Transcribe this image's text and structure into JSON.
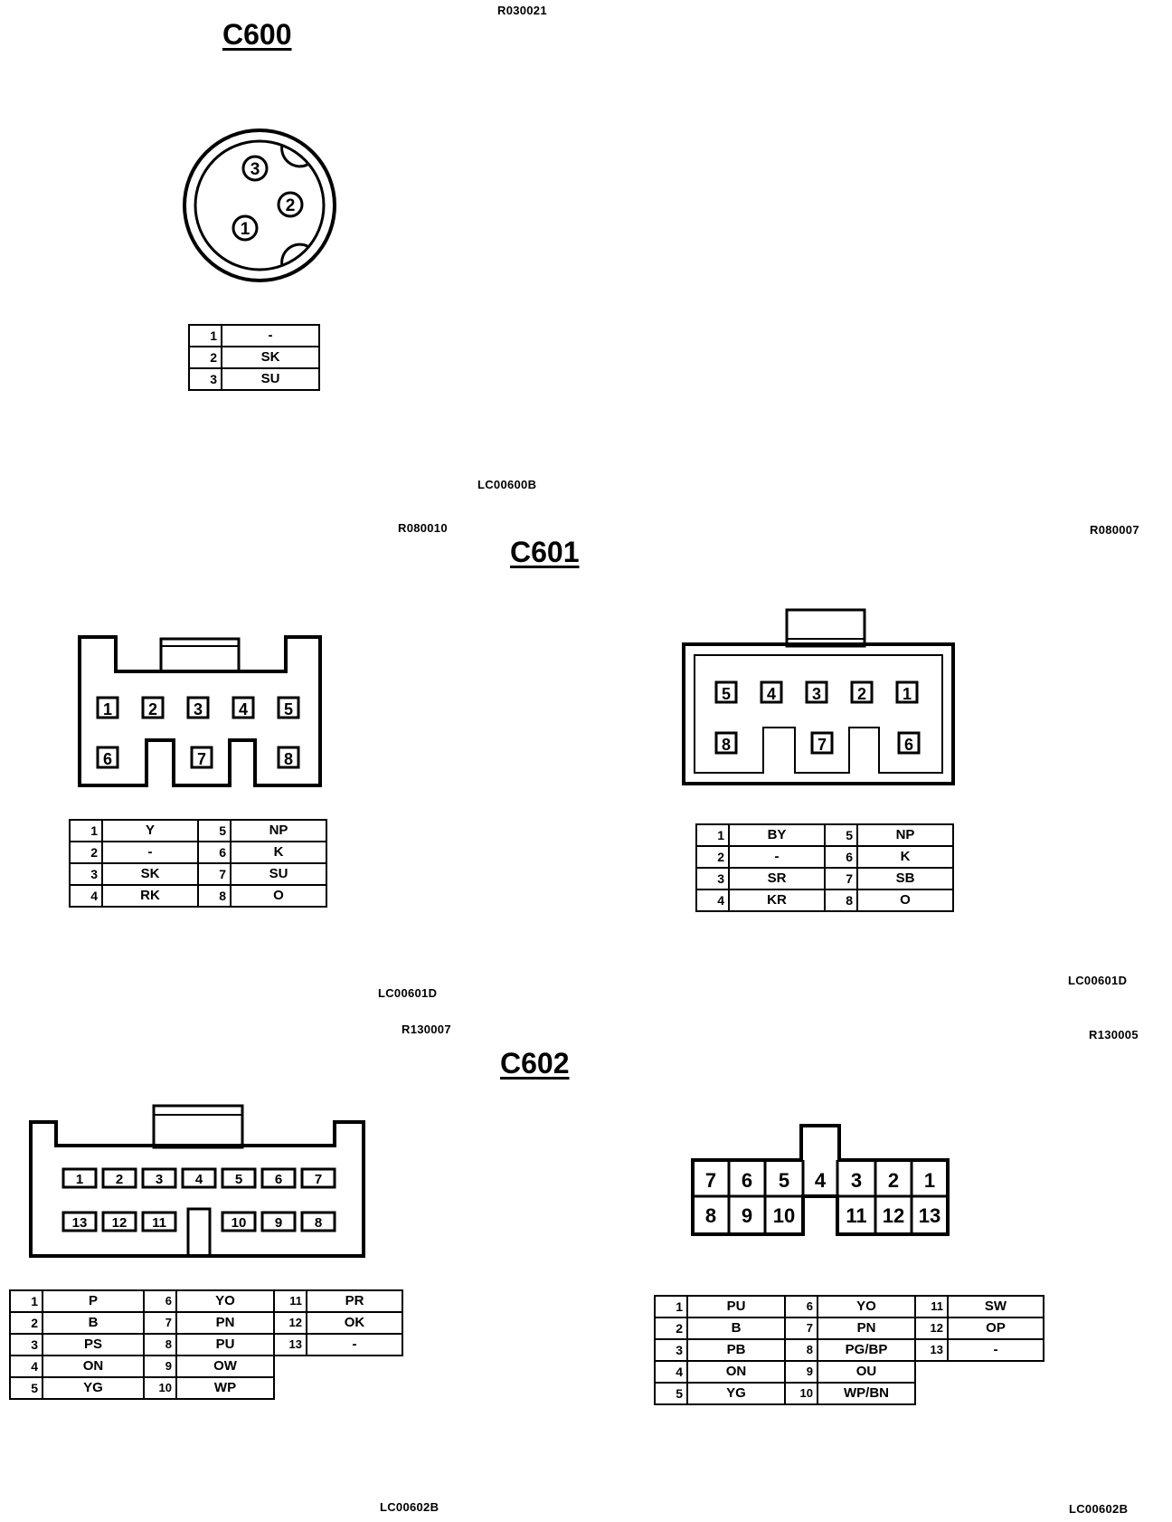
{
  "refs": {
    "c600_top": "R030021",
    "c600_bottom": "LC00600B",
    "c601_left_top": "R080010",
    "c601_right_top": "R080007",
    "c601_left_bottom": "LC00601D",
    "c601_right_bottom": "LC00601D",
    "c602_left_top": "R130007",
    "c602_right_top": "R130005",
    "c602_left_bottom": "LC00602B",
    "c602_right_bottom": "LC00602B"
  },
  "titles": {
    "c600": "C600",
    "c601": "C601",
    "c602": "C602"
  },
  "c600": {
    "pins": [
      "1",
      "2",
      "3"
    ],
    "table": [
      {
        "pin": "1",
        "wire": "-"
      },
      {
        "pin": "2",
        "wire": "SK"
      },
      {
        "pin": "3",
        "wire": "SU"
      }
    ]
  },
  "c601_left": {
    "top_row": [
      "1",
      "2",
      "3",
      "4",
      "5"
    ],
    "bottom_row": [
      "6",
      "7",
      "8"
    ],
    "table": [
      {
        "p1": "1",
        "w1": "Y",
        "p2": "5",
        "w2": "NP"
      },
      {
        "p1": "2",
        "w1": "-",
        "p2": "6",
        "w2": "K"
      },
      {
        "p1": "3",
        "w1": "SK",
        "p2": "7",
        "w2": "SU"
      },
      {
        "p1": "4",
        "w1": "RK",
        "p2": "8",
        "w2": "O"
      }
    ]
  },
  "c601_right": {
    "top_row": [
      "5",
      "4",
      "3",
      "2",
      "1"
    ],
    "bottom_row": [
      "8",
      "7",
      "6"
    ],
    "table": [
      {
        "p1": "1",
        "w1": "BY",
        "p2": "5",
        "w2": "NP"
      },
      {
        "p1": "2",
        "w1": "-",
        "p2": "6",
        "w2": "K"
      },
      {
        "p1": "3",
        "w1": "SR",
        "p2": "7",
        "w2": "SB"
      },
      {
        "p1": "4",
        "w1": "KR",
        "p2": "8",
        "w2": "O"
      }
    ]
  },
  "c602_left": {
    "top_row": [
      "1",
      "2",
      "3",
      "4",
      "5",
      "6",
      "7"
    ],
    "bottom_row": [
      "13",
      "12",
      "11",
      "10",
      "9",
      "8"
    ],
    "table": [
      {
        "p1": "1",
        "w1": "P",
        "p2": "6",
        "w2": "YO",
        "p3": "11",
        "w3": "PR"
      },
      {
        "p1": "2",
        "w1": "B",
        "p2": "7",
        "w2": "PN",
        "p3": "12",
        "w3": "OK"
      },
      {
        "p1": "3",
        "w1": "PS",
        "p2": "8",
        "w2": "PU",
        "p3": "13",
        "w3": "-"
      },
      {
        "p1": "4",
        "w1": "ON",
        "p2": "9",
        "w2": "OW"
      },
      {
        "p1": "5",
        "w1": "YG",
        "p2": "10",
        "w2": "WP"
      }
    ]
  },
  "c602_right": {
    "top_row": [
      "7",
      "6",
      "5",
      "4",
      "3",
      "2",
      "1"
    ],
    "bottom_row": [
      "8",
      "9",
      "10",
      "11",
      "12",
      "13"
    ],
    "table": [
      {
        "p1": "1",
        "w1": "PU",
        "p2": "6",
        "w2": "YO",
        "p3": "11",
        "w3": "SW"
      },
      {
        "p1": "2",
        "w1": "B",
        "p2": "7",
        "w2": "PN",
        "p3": "12",
        "w3": "OP"
      },
      {
        "p1": "3",
        "w1": "PB",
        "p2": "8",
        "w2": "PG/BP",
        "p3": "13",
        "w3": "-"
      },
      {
        "p1": "4",
        "w1": "ON",
        "p2": "9",
        "w2": "OU"
      },
      {
        "p1": "5",
        "w1": "YG",
        "p2": "10",
        "w2": "WP/BN"
      }
    ]
  }
}
